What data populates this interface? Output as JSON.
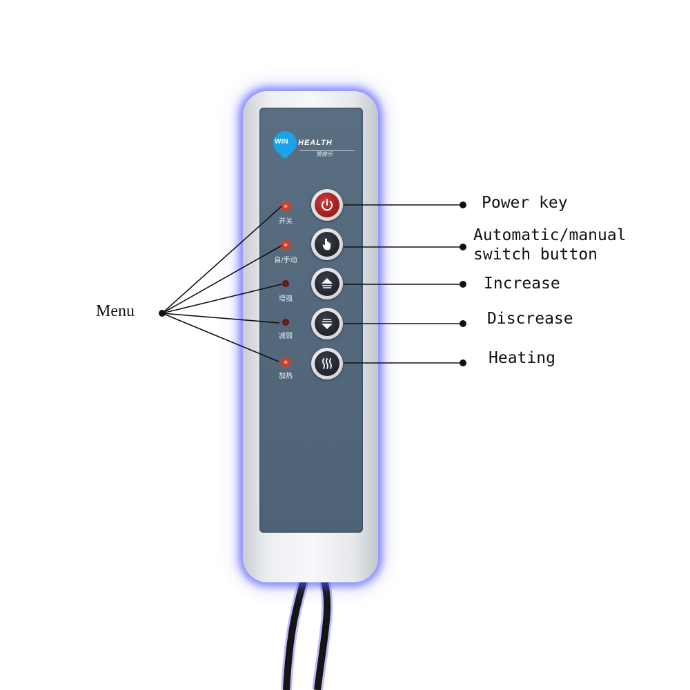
{
  "logo": {
    "win": "WIN",
    "health": "HEALTH",
    "signature": "赞健乐"
  },
  "indicators": [
    {
      "label": "开关",
      "state": "on"
    },
    {
      "label": "自/手动",
      "state": "on"
    },
    {
      "label": "增强",
      "state": "off"
    },
    {
      "label": "减弱",
      "state": "off"
    },
    {
      "label": "加热",
      "state": "on"
    }
  ],
  "menu_label": "Menu",
  "callouts": {
    "power": "Power key",
    "auto_manual_line1": "Automatic/manual",
    "auto_manual_line2": "switch button",
    "increase": "Increase",
    "decrease": "Discrease",
    "heating": "Heating"
  },
  "buttons": [
    {
      "icon": "power-icon"
    },
    {
      "icon": "hand-icon"
    },
    {
      "icon": "increase-icon"
    },
    {
      "icon": "decrease-icon"
    },
    {
      "icon": "heating-icon"
    }
  ],
  "colors": {
    "panel": "#55697d",
    "glow": "#4646ff",
    "led_on": "#ff3a1a",
    "power_button": "#b02020"
  }
}
